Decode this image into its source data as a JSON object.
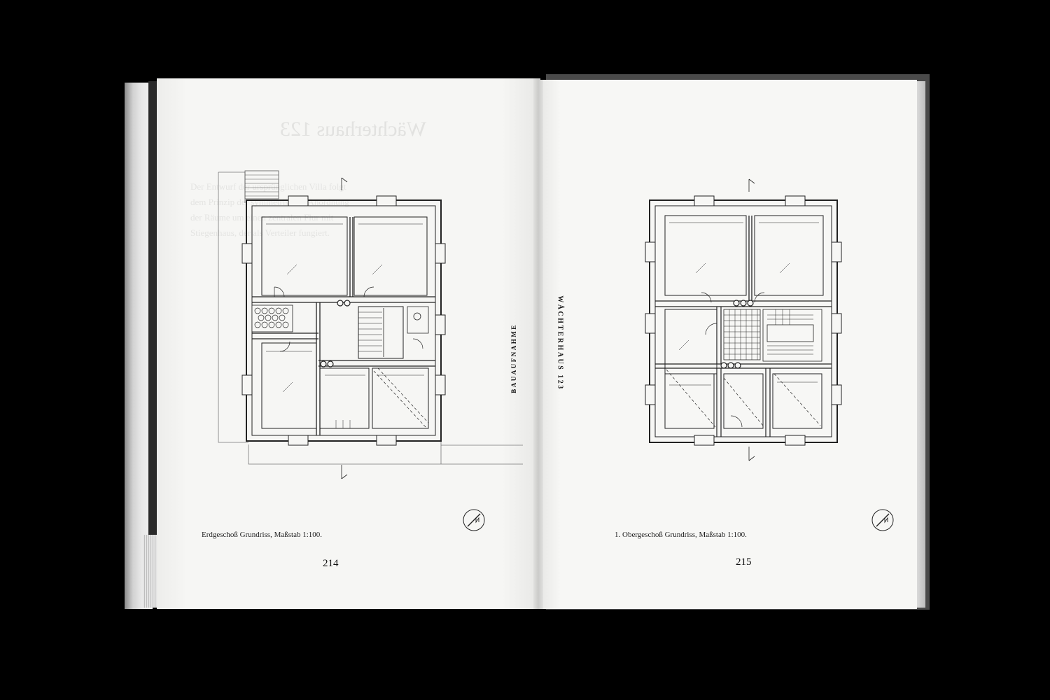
{
  "spread": {
    "left_page": {
      "caption": "Erdgeschoß Grundriss, Maßstab 1:100.",
      "page_number": "214",
      "show_through_title": "Wächterhaus 123",
      "show_through_lines": [
        "Der Entwurf der ursprünglichen Villa folgt",
        "dem Prinzip der symmetrischen Anordnung",
        "der Räume um einen zentralen Flur mit",
        "Stiegenhaus, der als Verteiler fungiert."
      ]
    },
    "right_page": {
      "caption": "1. Obergeschoß Grundriss, Maßstab 1:100.",
      "page_number": "215"
    },
    "running_head": "BAUAUFNAHME",
    "running_head_section": "WÄCHTERHAUS 123"
  },
  "colors": {
    "paper": "#f6f6f4",
    "ink": "#222222",
    "background": "#000000"
  },
  "icons": {
    "north_arrow": "north-arrow-icon",
    "section_marker": "section-marker-icon"
  }
}
